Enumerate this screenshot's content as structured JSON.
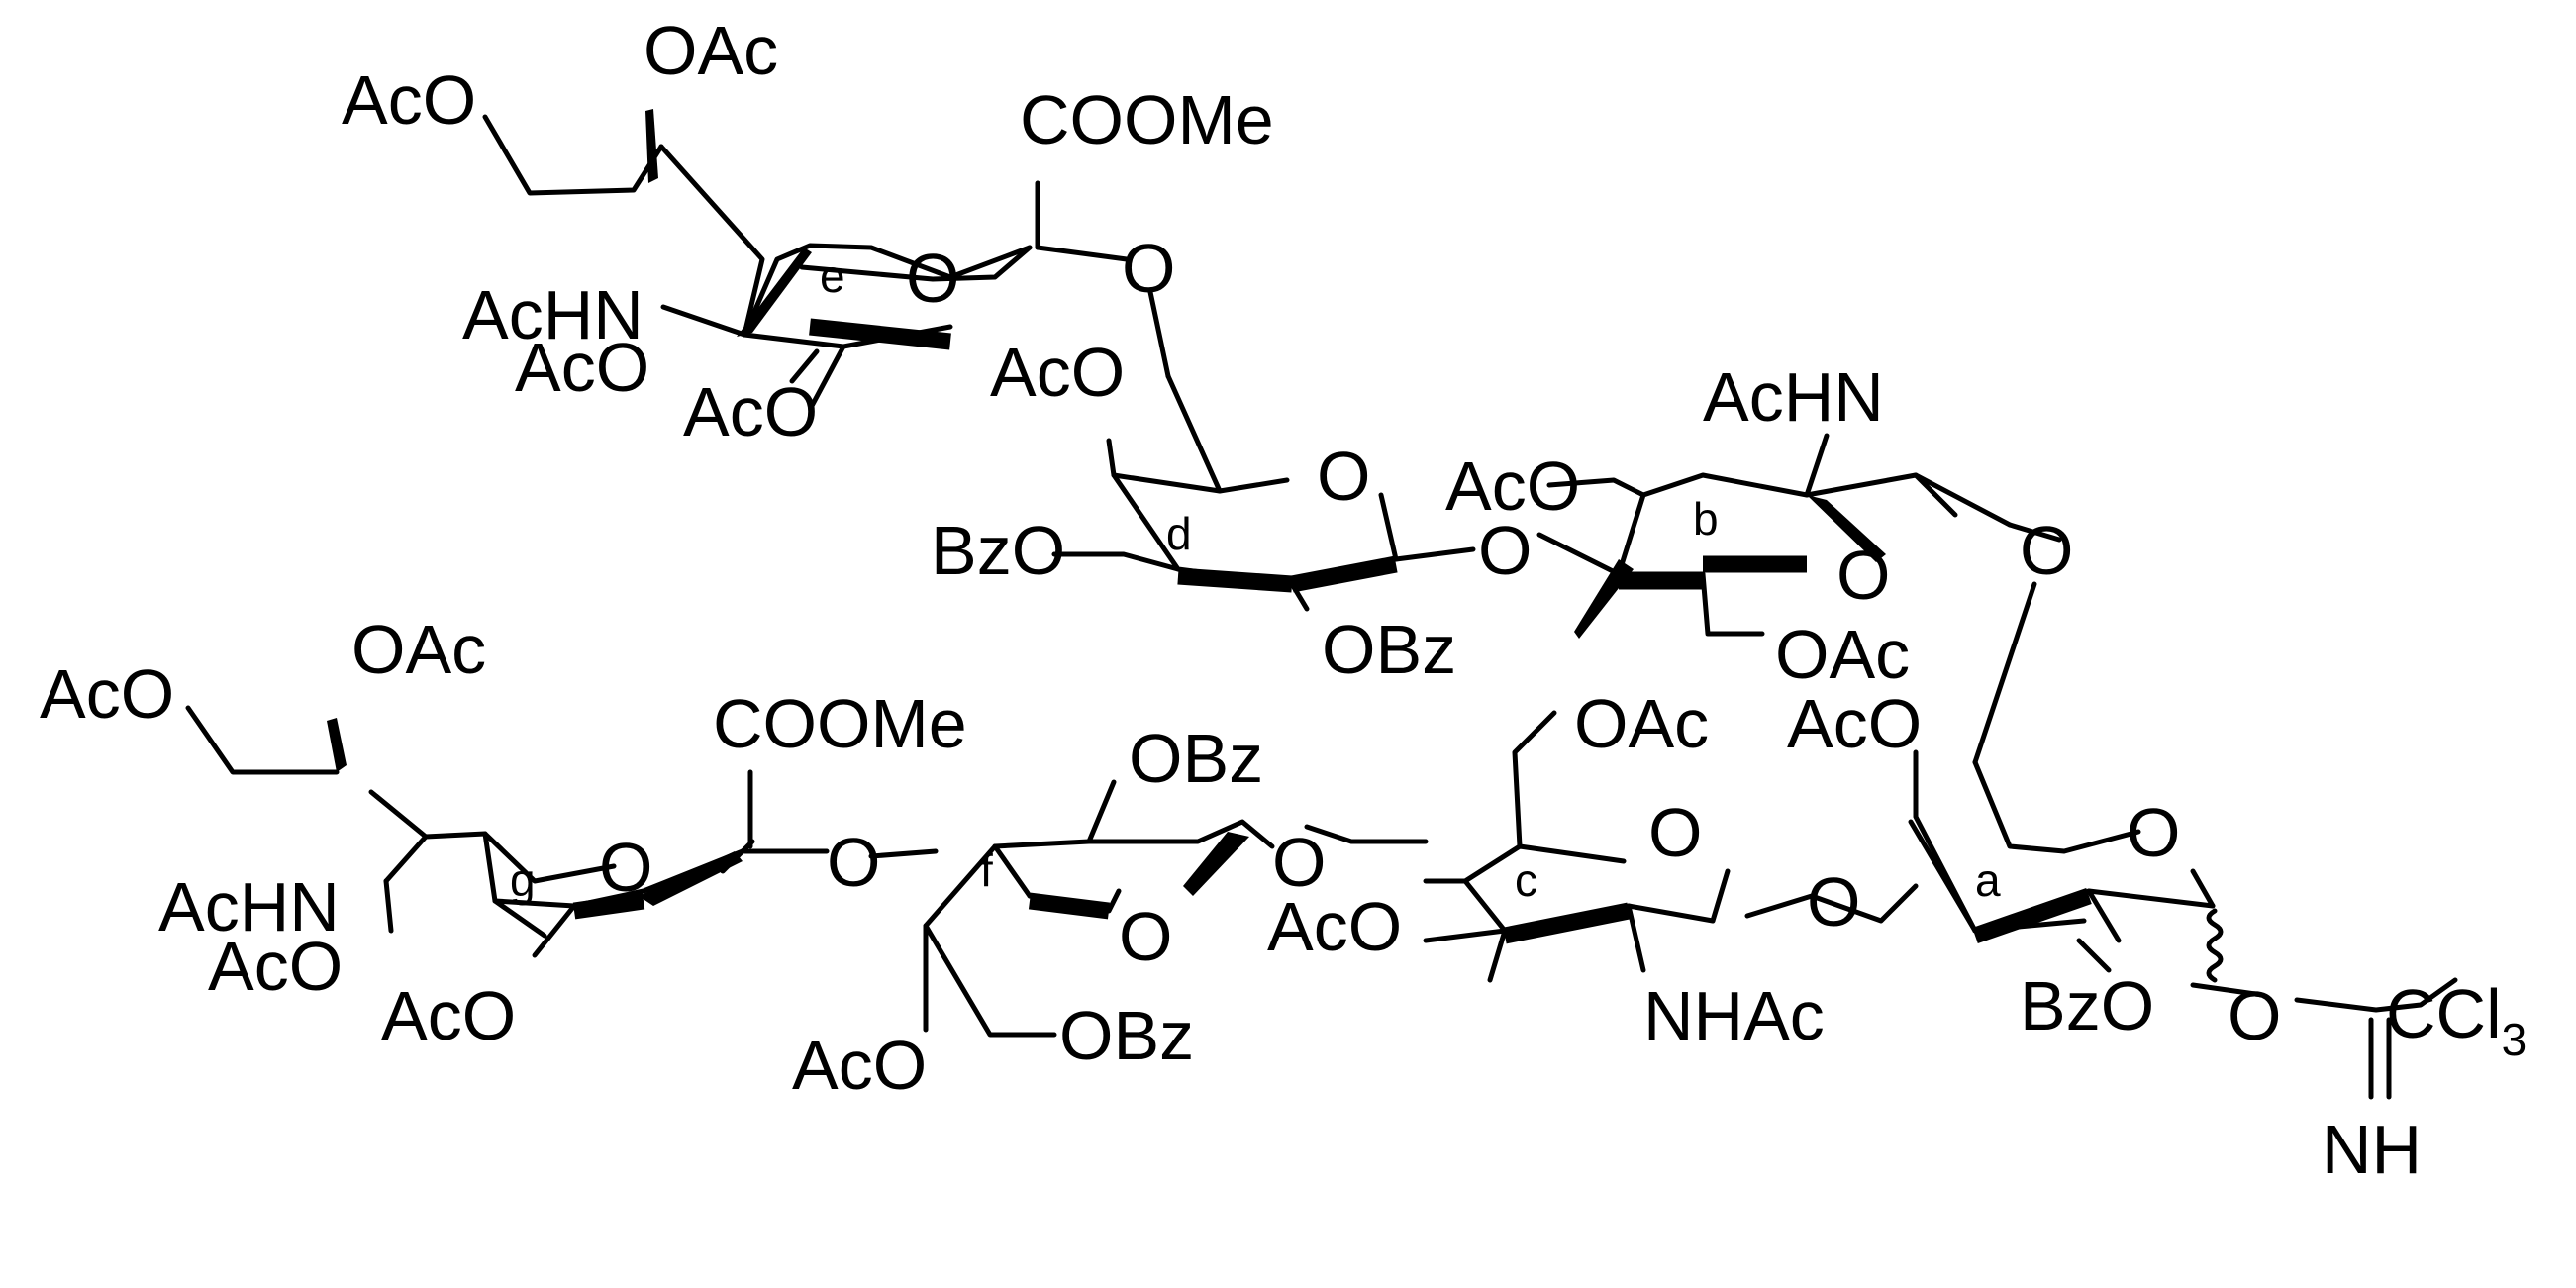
{
  "diagram": {
    "kind": "chemical-structure",
    "labels": {
      "e_oac_top": "OAc",
      "e_aco_left": "AcO",
      "e_coome": "COOMe",
      "e_ring_o": "O",
      "e_link_o": "O",
      "e_achn": "AcHN",
      "e_aco_mid": "AcO",
      "e_aco_low": "AcO",
      "d_aco": "AcO",
      "d_ring_o": "O",
      "d_bzo": "BzO",
      "d_obz": "OBz",
      "b_aco": "AcO",
      "b_achn": "AcHN",
      "b_ring_o": "O",
      "b_link_o": "O",
      "b_oac": "OAc",
      "db_link_o": "O",
      "a_aco": "AcO",
      "a_ring_o": "O",
      "a_bzo": "BzO",
      "a_o": "O",
      "imidate_ccl": "CCl",
      "imidate_sub": "3",
      "imidate_nh": "NH",
      "g_oac_top": "OAc",
      "g_aco_left": "AcO",
      "g_coome": "COOMe",
      "g_ring_o": "O",
      "g_achn": "AcHN",
      "g_aco_mid": "AcO",
      "g_aco_low": "AcO",
      "gf_link_o": "O",
      "f_obz_top": "OBz",
      "f_ring_o": "O",
      "f_aco": "AcO",
      "f_obz_bot": "OBz",
      "fc_link_o": "O",
      "c_oac": "OAc",
      "c_ring_o": "O",
      "c_aco": "AcO",
      "c_nhac": "NHAc",
      "ca_link_o": "O"
    },
    "ring_labels": {
      "a": "a",
      "b": "b",
      "c": "c",
      "d": "d",
      "e": "e",
      "f": "f",
      "g": "g"
    }
  }
}
